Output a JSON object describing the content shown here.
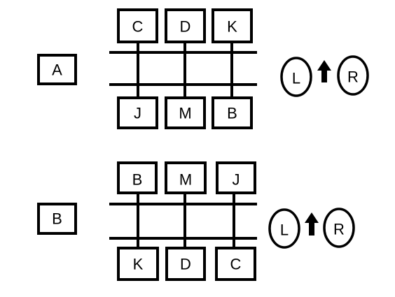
{
  "diagrams": [
    {
      "label": "A",
      "top_boxes": [
        "C",
        "D",
        "K"
      ],
      "bottom_boxes": [
        "J",
        "M",
        "B"
      ],
      "left_circle": "L",
      "right_circle": "R",
      "arrow_icon": "up-arrow-icon"
    },
    {
      "label": "B",
      "top_boxes": [
        "B",
        "M",
        "J"
      ],
      "bottom_boxes": [
        "K",
        "D",
        "C"
      ],
      "left_circle": "L",
      "right_circle": "R",
      "arrow_icon": "up-arrow-icon"
    }
  ]
}
